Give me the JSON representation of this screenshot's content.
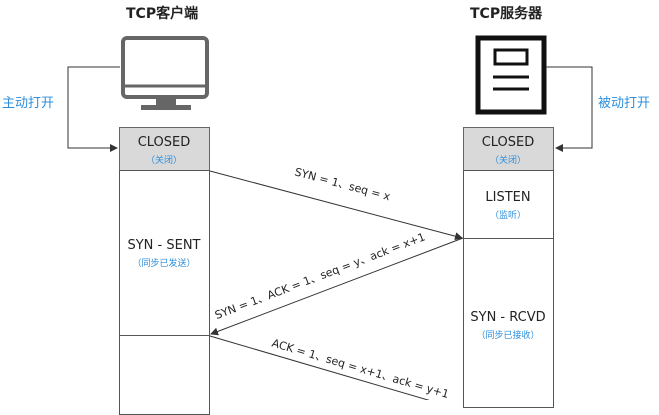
{
  "client": {
    "title": "TCP客户端",
    "action": "主动打开"
  },
  "server": {
    "title": "TCP服务器",
    "action": "被动打开"
  },
  "client_states": [
    {
      "main": "CLOSED",
      "sub": "（关闭）"
    },
    {
      "main": "SYN - SENT",
      "sub": "（同步已发送）"
    }
  ],
  "server_states": [
    {
      "main": "CLOSED",
      "sub": "（关闭）"
    },
    {
      "main": "LISTEN",
      "sub": "（监听）"
    },
    {
      "main": "SYN - RCVD",
      "sub": "（同步已接收）"
    }
  ],
  "messages": [
    {
      "text": "SYN = 1、seq = x"
    },
    {
      "text": "SYN = 1、ACK = 1、seq = y、ack = x+1"
    },
    {
      "text": "ACK = 1、seq = x+1、ack = y+1"
    }
  ],
  "icons": {
    "client": "monitor-icon",
    "server": "server-document-icon"
  },
  "colors": {
    "accent": "#2d8fdc",
    "closed_fill": "#d9d9d9",
    "line": "#333333"
  }
}
